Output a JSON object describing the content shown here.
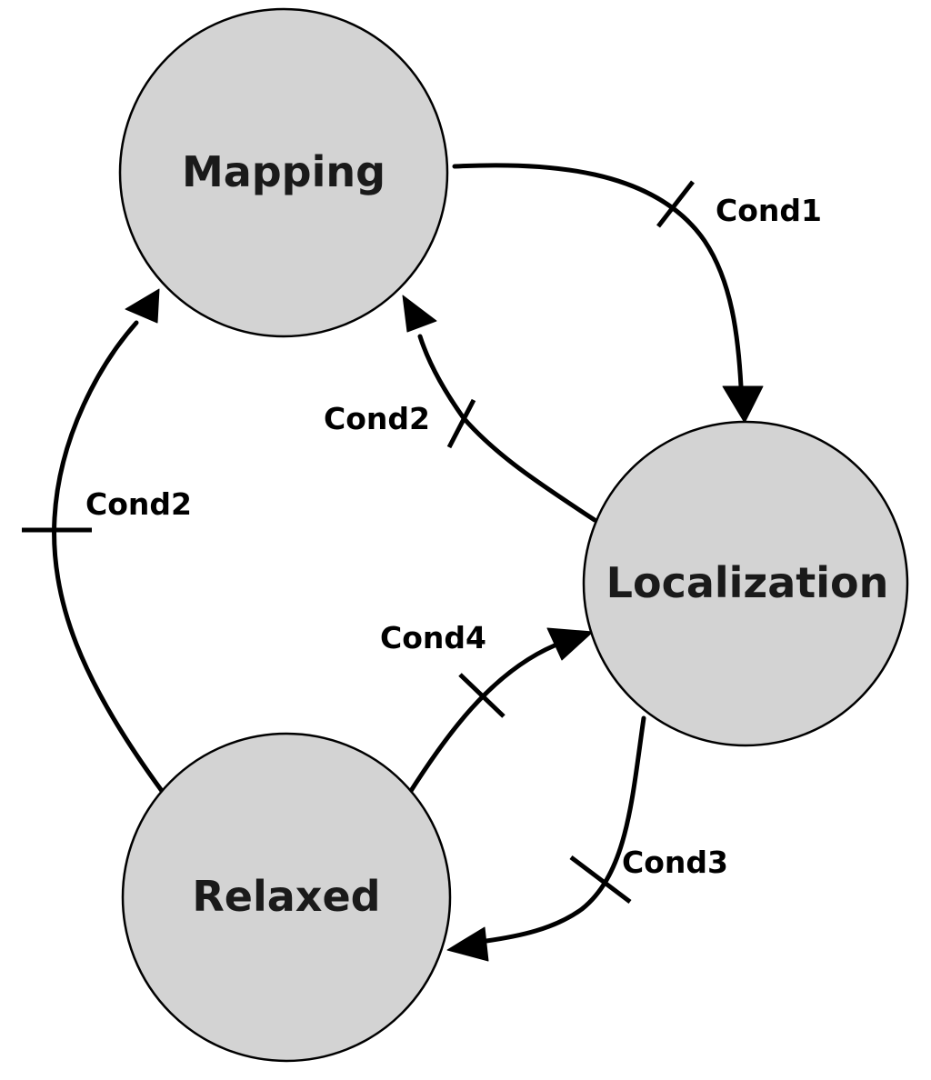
{
  "states": {
    "mapping": "Mapping",
    "localization": "Localization",
    "relaxed": "Relaxed"
  },
  "transitions": [
    {
      "from": "Mapping",
      "to": "Localization",
      "condition": "Cond1"
    },
    {
      "from": "Localization",
      "to": "Mapping",
      "condition": "Cond2"
    },
    {
      "from": "Relaxed",
      "to": "Mapping",
      "condition": "Cond2"
    },
    {
      "from": "Relaxed",
      "to": "Localization",
      "condition": "Cond4"
    },
    {
      "from": "Localization",
      "to": "Relaxed",
      "condition": "Cond3"
    }
  ],
  "colors": {
    "state_fill": "#d3d3d3",
    "stroke": "#000000"
  }
}
